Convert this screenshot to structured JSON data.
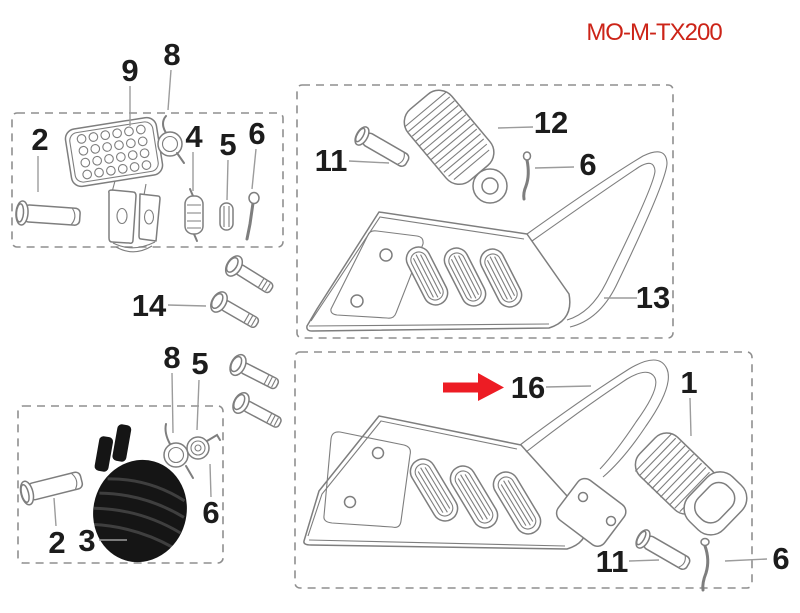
{
  "title": "MO-M-TX200",
  "colors": {
    "title": "#cc2418",
    "arrow": "#ed1c24"
  },
  "callouts": {
    "front_left": {
      "pin": "2",
      "pad": "9",
      "spring": "8",
      "lower_spring": "4",
      "bushing": "5",
      "bolt": "6"
    },
    "mount_bolts": {
      "label": "14"
    },
    "rear_left": {
      "spring": "8",
      "washer": "5",
      "pin": "2",
      "pad": "3",
      "hook": "6"
    },
    "front_right": {
      "pin": "11",
      "rubber": "12",
      "cotter": "6",
      "bracket": "13"
    },
    "rear_right": {
      "bracket": "16",
      "rubber": "1",
      "pin": "11",
      "cotter": "6"
    }
  }
}
